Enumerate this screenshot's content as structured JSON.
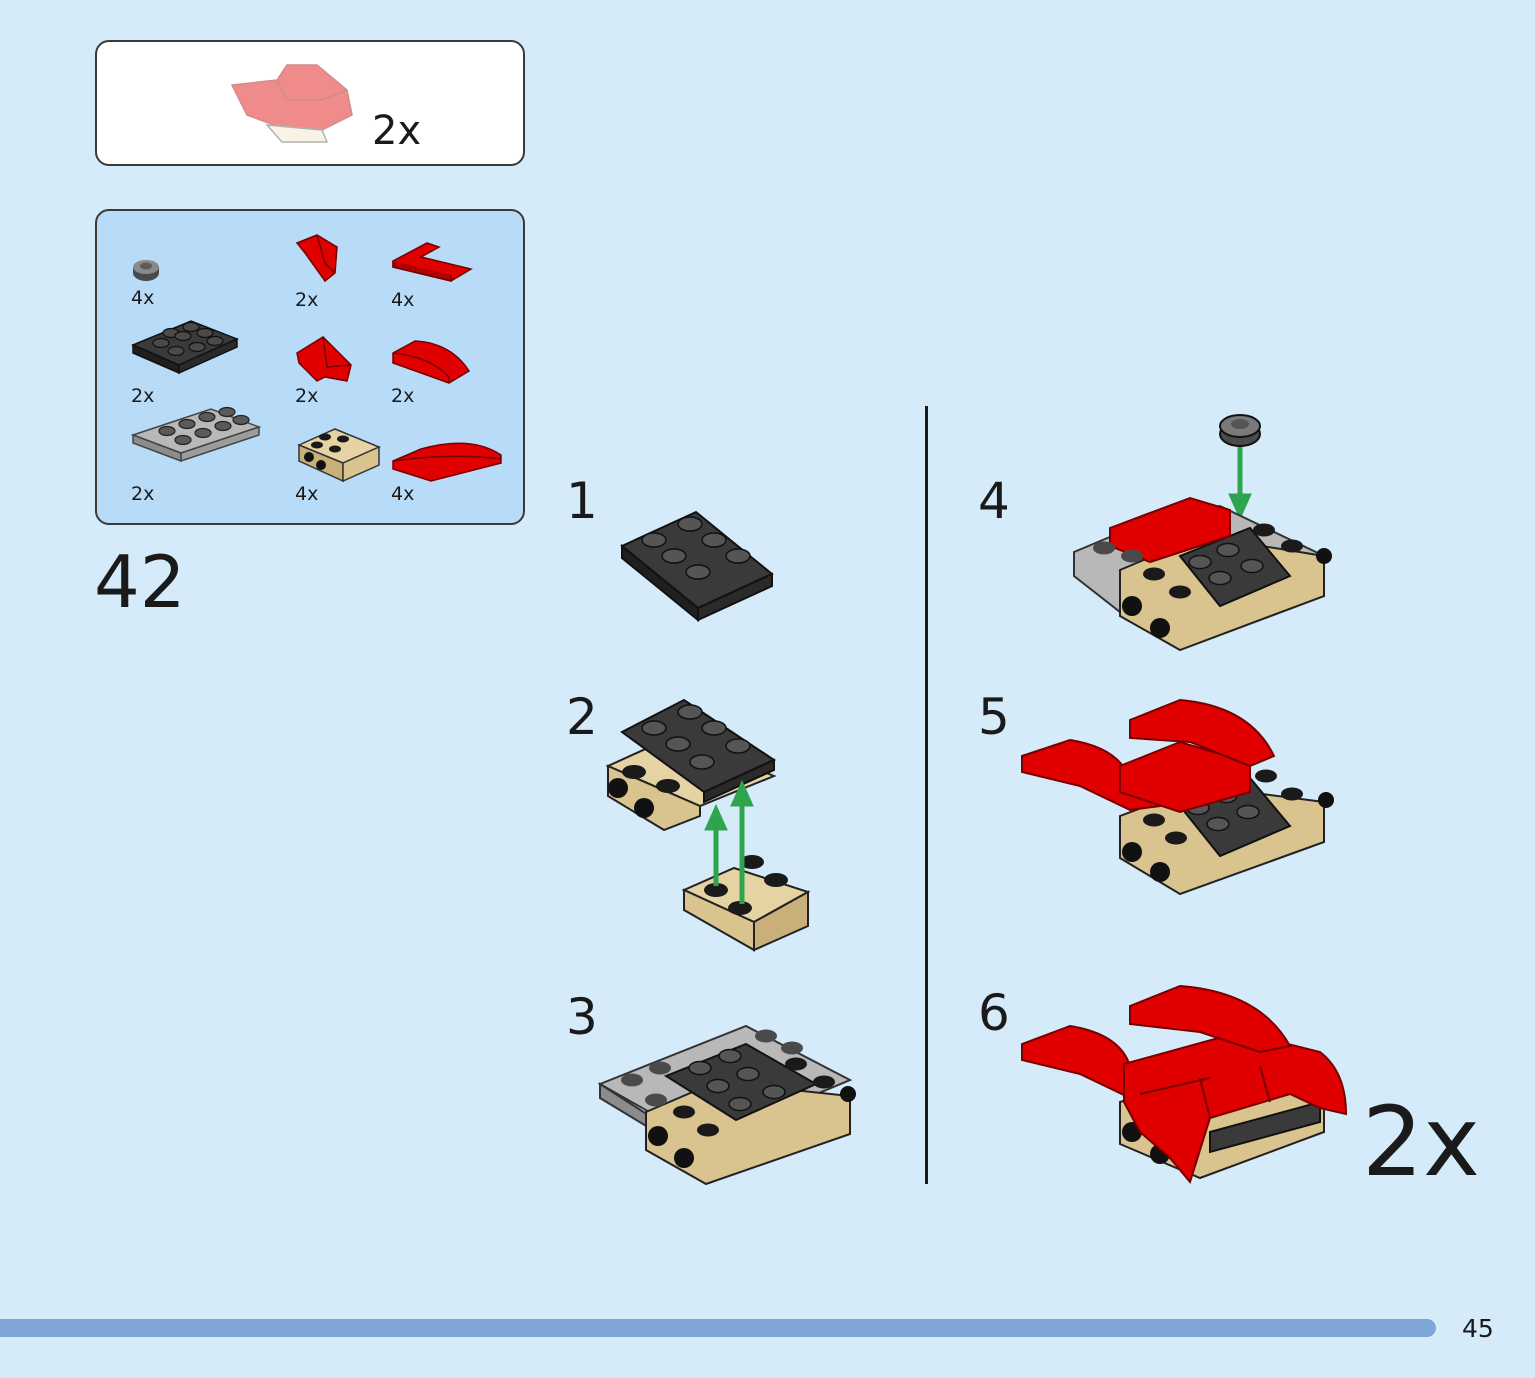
{
  "sub_assembly": {
    "quantity": "2x"
  },
  "parts_list": [
    {
      "name": "round-plate-dark-grey",
      "quantity": "4x",
      "color": "#5a5a5a"
    },
    {
      "name": "red-slope-small",
      "quantity": "2x",
      "color": "#e00000"
    },
    {
      "name": "red-corner-plate",
      "quantity": "4x",
      "color": "#e00000"
    },
    {
      "name": "plate-2x3-black",
      "quantity": "2x",
      "color": "#2b2b2b"
    },
    {
      "name": "red-slope-inverted",
      "quantity": "2x",
      "color": "#e00000"
    },
    {
      "name": "red-curved-slope-small",
      "quantity": "2x",
      "color": "#e00000"
    },
    {
      "name": "plate-2x4-light-grey",
      "quantity": "2x",
      "color": "#a8a8a8"
    },
    {
      "name": "tan-brick-with-studs-side",
      "quantity": "4x",
      "color": "#d9c38f"
    },
    {
      "name": "red-curved-slope-long",
      "quantity": "4x",
      "color": "#e00000"
    }
  ],
  "step_group": "42",
  "steps": [
    {
      "number": "1"
    },
    {
      "number": "2"
    },
    {
      "number": "3"
    },
    {
      "number": "4"
    },
    {
      "number": "5"
    },
    {
      "number": "6"
    }
  ],
  "final_multiplier": "2x",
  "page_number": "45",
  "colors": {
    "background": "#d5ebfa",
    "parts_box": "#b8dcf7",
    "brick_red": "#e00000",
    "brick_black": "#2b2b2b",
    "brick_tan": "#d9c38f",
    "brick_grey": "#a8a8a8",
    "arrow_green": "#2ea44f",
    "progress_bar": "#7fa6d9"
  }
}
